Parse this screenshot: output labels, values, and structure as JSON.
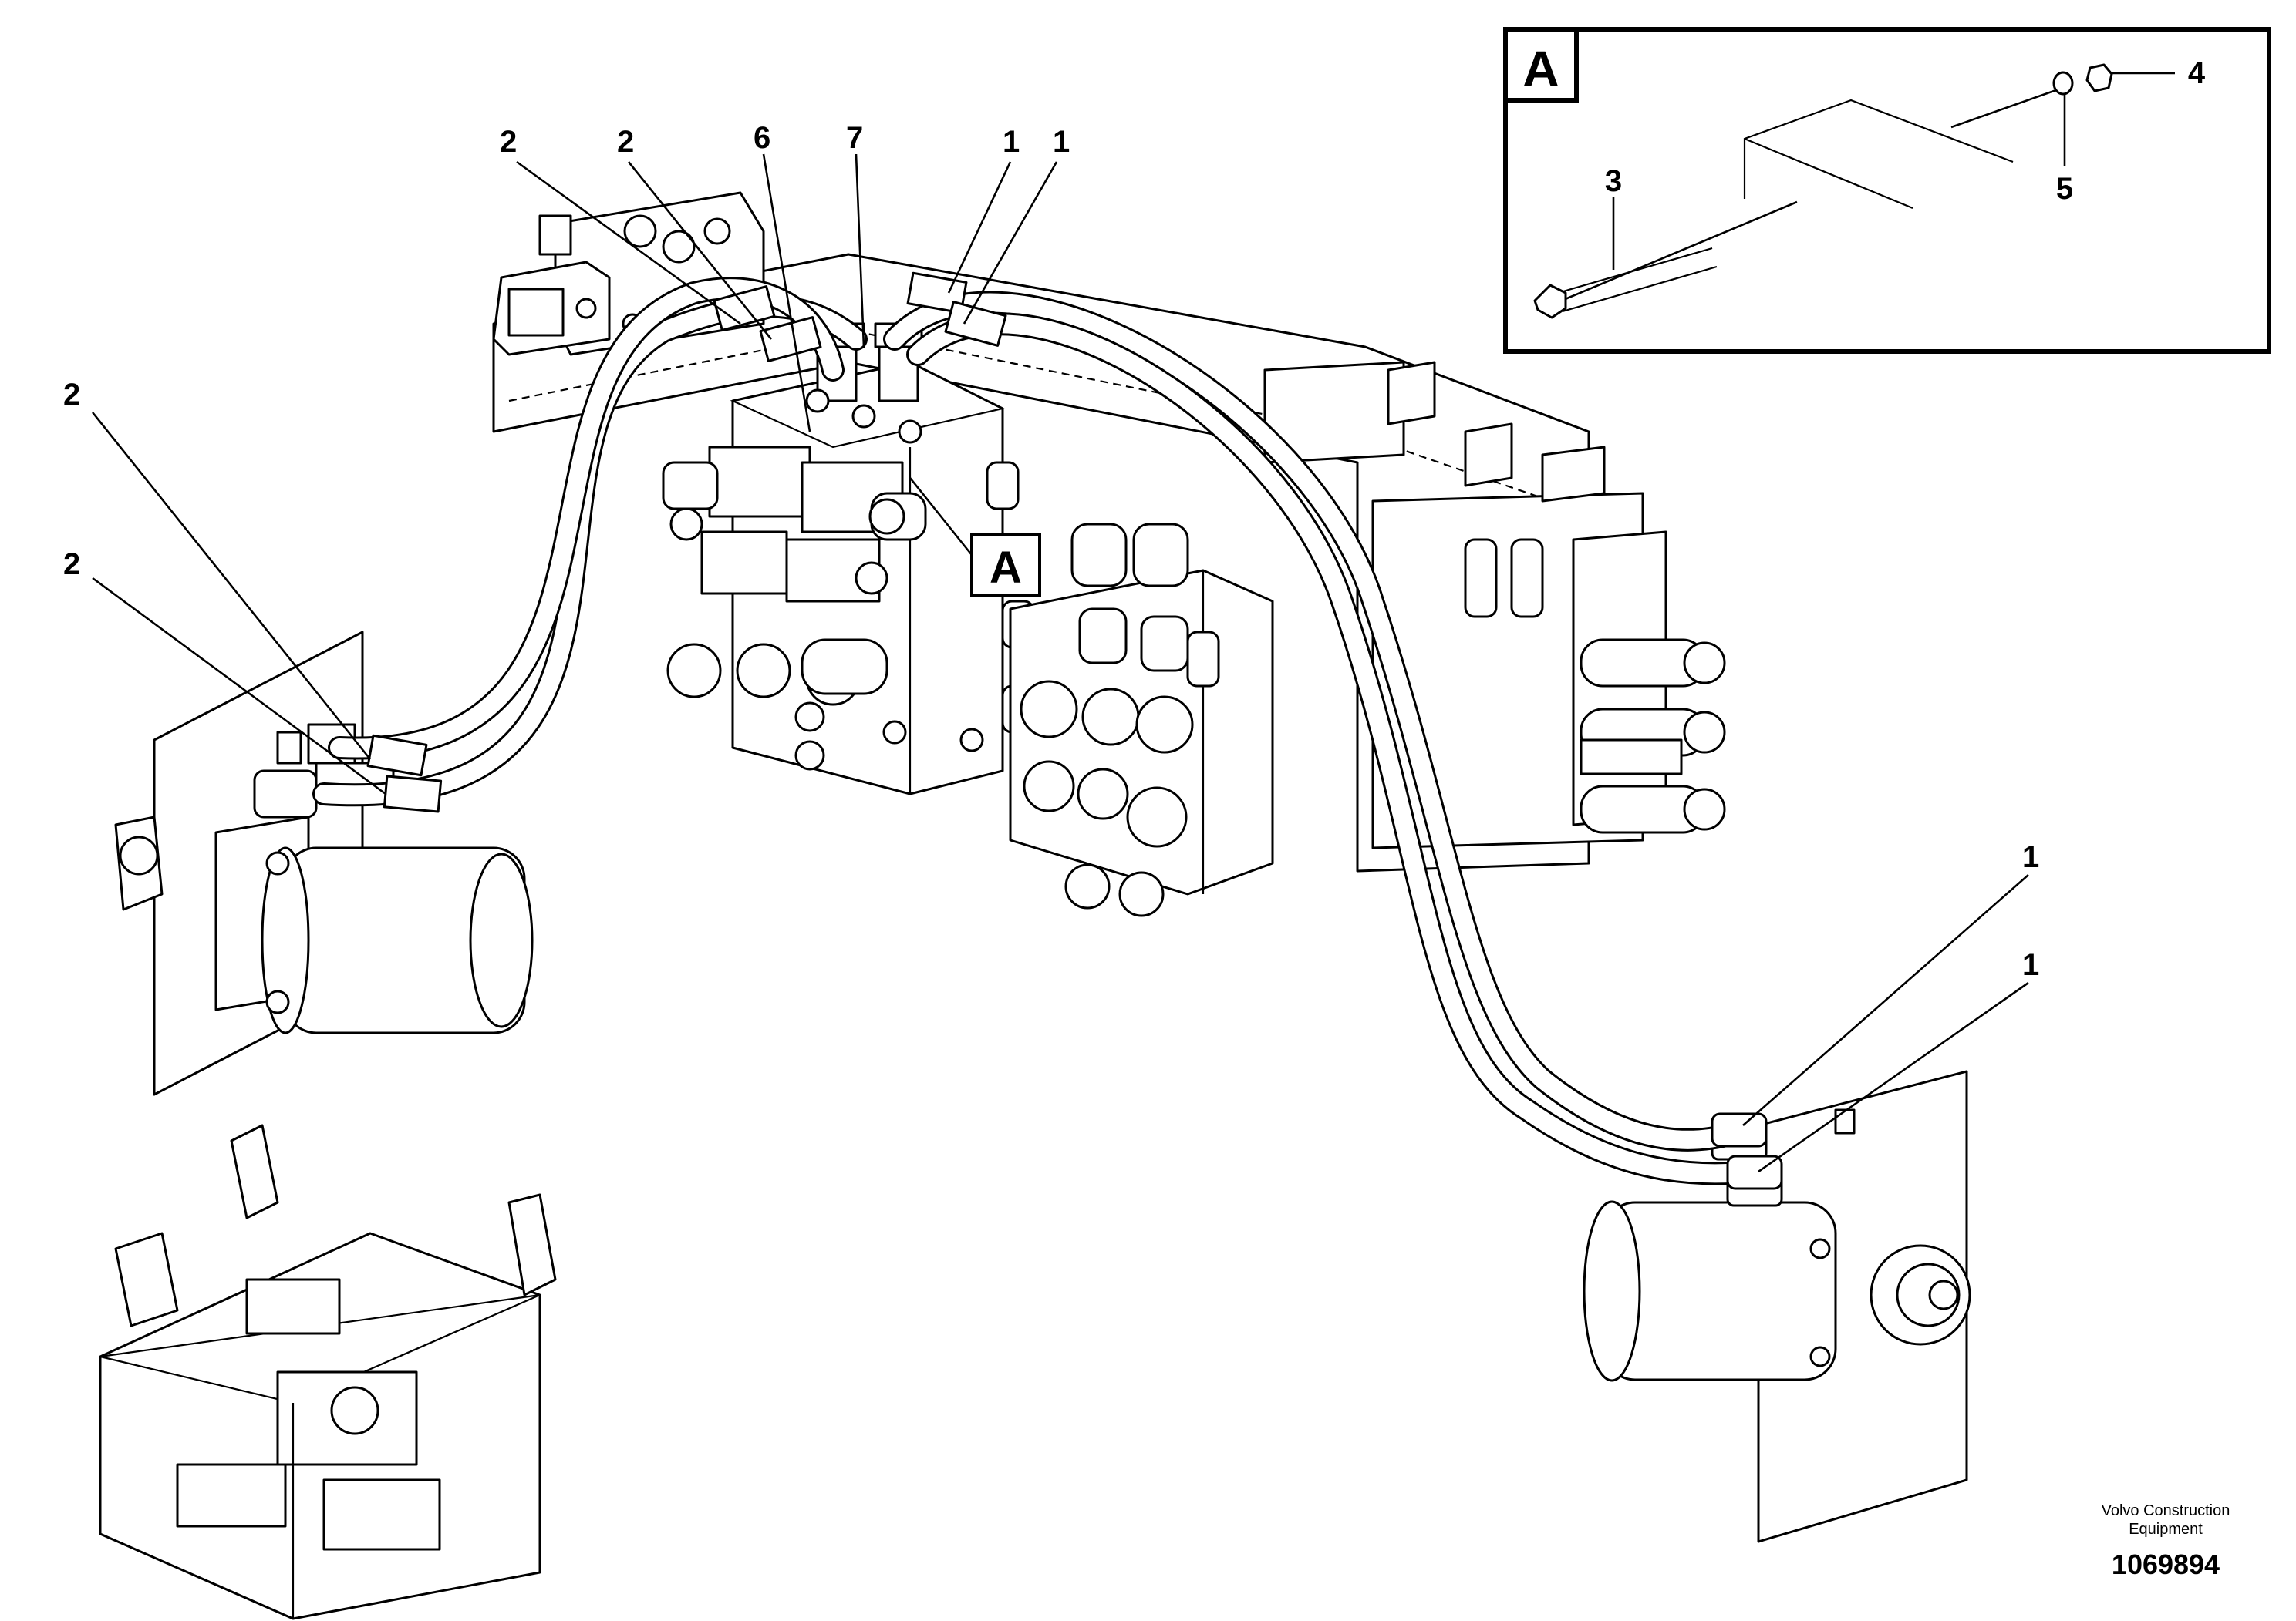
{
  "callouts": {
    "c2a": "2",
    "c2b": "2",
    "c6": "6",
    "c7": "7",
    "c1a": "1",
    "c1b": "1",
    "c2c": "2",
    "c2d": "2",
    "c1c": "1",
    "c1d": "1",
    "main_view_ref": "A"
  },
  "detail": {
    "title": "A",
    "c3": "3",
    "c4": "4",
    "c5": "5"
  },
  "footer": {
    "company_line1": "Volvo Construction",
    "company_line2": "Equipment",
    "drawing_number": "1069894"
  }
}
